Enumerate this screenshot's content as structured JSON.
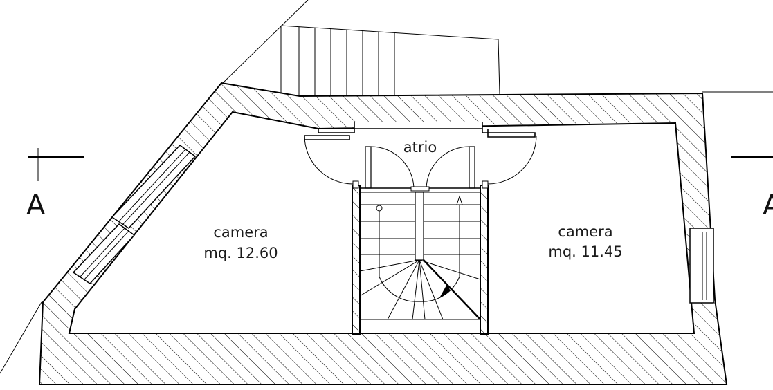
{
  "plan": {
    "rooms": [
      {
        "name": "camera",
        "area": "mq. 12.60"
      },
      {
        "name": "atrio"
      },
      {
        "name": "camera",
        "area": "mq. 11.45"
      }
    ],
    "section_marks": [
      {
        "letter": "A"
      },
      {
        "letter": "A"
      }
    ],
    "colors": {
      "line": "#000000",
      "background": "#ffffff"
    }
  }
}
